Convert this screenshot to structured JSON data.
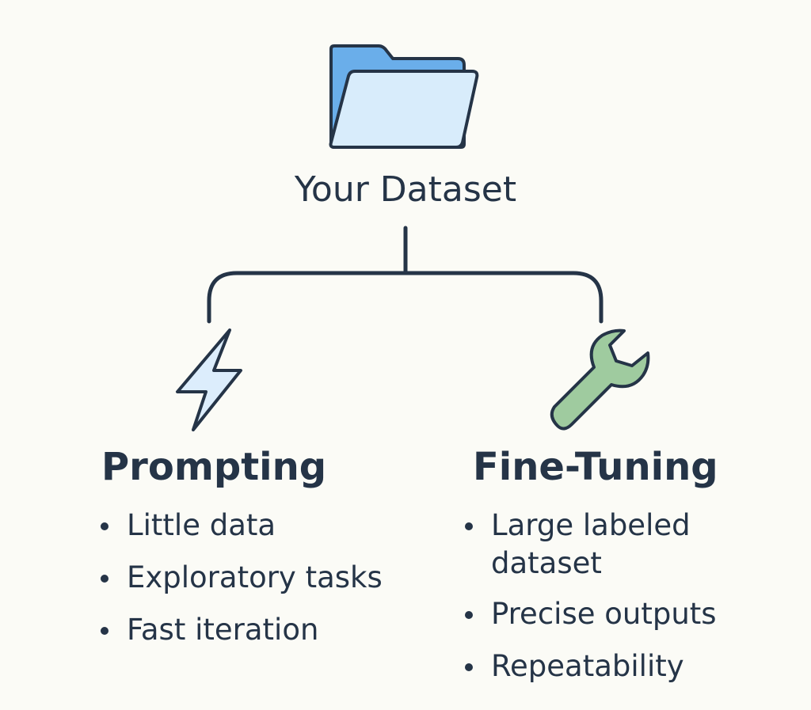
{
  "root": {
    "title": "Your Dataset",
    "icon": "folder-icon"
  },
  "branches": [
    {
      "title": "Prompting",
      "icon": "lightning-bolt-icon",
      "items": [
        "Little data",
        "Exploratory tasks",
        "Fast iteration"
      ]
    },
    {
      "title": "Fine-Tuning",
      "icon": "wrench-icon",
      "items": [
        "Large labeled dataset",
        "Precise outputs",
        "Repeatability"
      ]
    }
  ],
  "colors": {
    "background": "#fbfbf6",
    "text": "#253447",
    "folder_back": "#6aaeea",
    "folder_front": "#d8ecfb",
    "bolt": "#dcedfc",
    "wrench": "#9fcb9f"
  }
}
